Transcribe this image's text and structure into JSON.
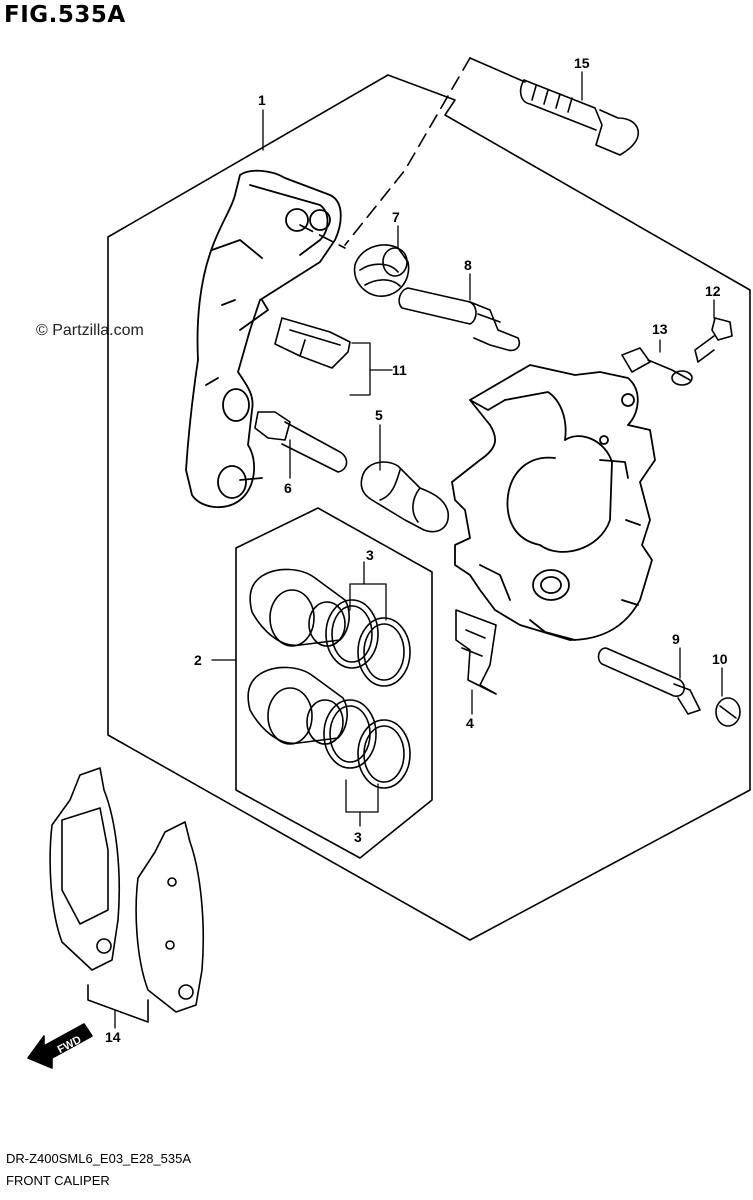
{
  "figure": {
    "title": "FIG.535A",
    "watermark": "© Partzilla.com",
    "model_code": "DR-Z400SML6_E03_E28_535A",
    "caption": "FRONT CALIPER",
    "fwd_label": "FWD"
  },
  "callouts": [
    {
      "id": "1",
      "label": "1"
    },
    {
      "id": "2",
      "label": "2"
    },
    {
      "id": "3a",
      "label": "3"
    },
    {
      "id": "3b",
      "label": "3"
    },
    {
      "id": "4",
      "label": "4"
    },
    {
      "id": "5",
      "label": "5"
    },
    {
      "id": "6",
      "label": "6"
    },
    {
      "id": "7",
      "label": "7"
    },
    {
      "id": "8",
      "label": "8"
    },
    {
      "id": "9",
      "label": "9"
    },
    {
      "id": "10",
      "label": "10"
    },
    {
      "id": "11",
      "label": "11"
    },
    {
      "id": "12",
      "label": "12"
    },
    {
      "id": "13",
      "label": "13"
    },
    {
      "id": "14",
      "label": "14"
    },
    {
      "id": "15",
      "label": "15"
    }
  ]
}
